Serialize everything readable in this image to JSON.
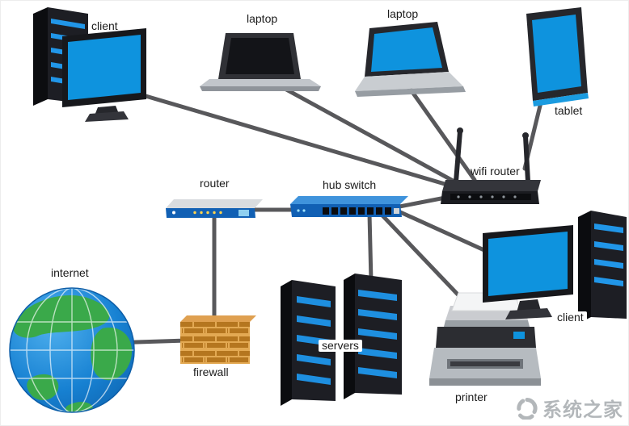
{
  "diagram": {
    "type": "network-topology",
    "nodes": {
      "client_top_left": "client",
      "laptop_dark": "laptop",
      "laptop_blue": "laptop",
      "tablet": "tablet",
      "wifi_router": "wifi router",
      "hub_switch": "hub switch",
      "router": "router",
      "internet": "internet",
      "firewall": "firewall",
      "servers": "servers",
      "printer": "printer",
      "client_right": "client"
    },
    "edges": [
      [
        "client_top_left",
        "wifi_router"
      ],
      [
        "laptop_dark",
        "wifi_router"
      ],
      [
        "laptop_blue",
        "wifi_router"
      ],
      [
        "tablet",
        "wifi_router"
      ],
      [
        "wifi_router",
        "hub_switch"
      ],
      [
        "router",
        "hub_switch"
      ],
      [
        "router",
        "firewall"
      ],
      [
        "firewall",
        "internet"
      ],
      [
        "hub_switch",
        "servers"
      ],
      [
        "hub_switch",
        "printer"
      ],
      [
        "hub_switch",
        "client_right"
      ]
    ],
    "watermark": "系统之家",
    "colors": {
      "connection_line": "#58585b",
      "screen_blue": "#0e93de",
      "device_dark": "#1d1e24",
      "switch_blue": "#1160b4",
      "brick_orange": "#b5761f",
      "globe_ocean": "#1781d2",
      "globe_land": "#3aa94a"
    }
  }
}
